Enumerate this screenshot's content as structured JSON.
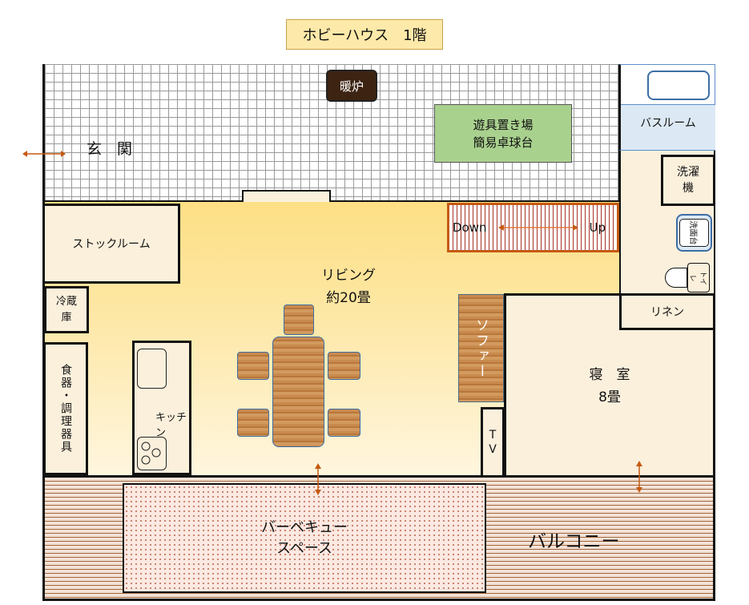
{
  "title": "ホビーハウス　1階",
  "rooms": {
    "entrance": "玄　関",
    "fireplace": "暖炉",
    "play_storage": [
      "遊具置き場",
      "簡易卓球台"
    ],
    "bathroom": "バスルーム",
    "washer": [
      "洗濯",
      "機"
    ],
    "washbasin": "洗面台",
    "toilet": "トイレ",
    "stock_room": "ストックルーム",
    "fridge": [
      "冷蔵",
      "庫"
    ],
    "dishes": "食器・調理器具",
    "kitchen": "キッチン",
    "living": [
      "リビング",
      "約20畳"
    ],
    "stairs_down": "Down",
    "stairs_up": "Up",
    "sofa": "ソファー",
    "tv": "TV",
    "linen": "リネン",
    "bedroom": [
      "寝　室",
      "8畳"
    ],
    "bbq": [
      "バーベキュー",
      "スペース"
    ],
    "balcony": "バルコニー"
  },
  "colors": {
    "accent": "#c55a11",
    "green": "#a9d18e",
    "bath": "#dce9f5"
  }
}
